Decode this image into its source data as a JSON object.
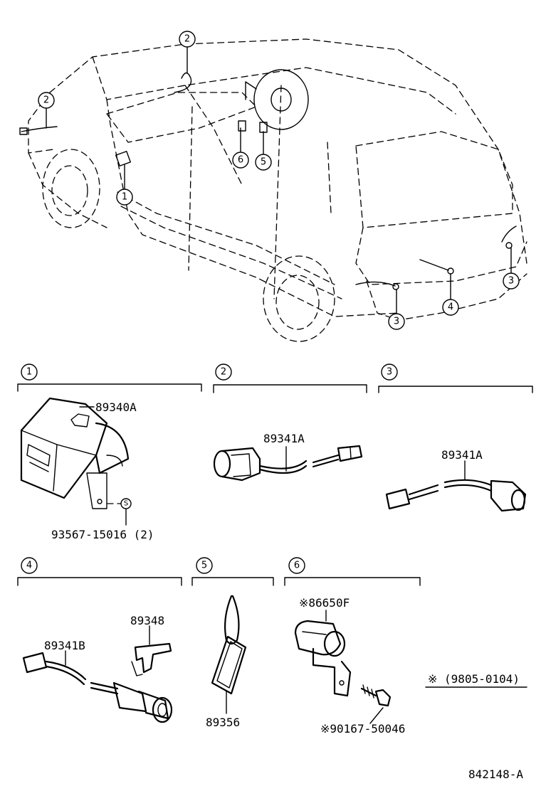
{
  "callouts": [
    "1",
    "2",
    "3",
    "4",
    "5",
    "6"
  ],
  "parts": {
    "p89340A": "89340A",
    "p93567": "93567-15016 (2)",
    "p89341A_2": "89341A",
    "p89341A_3": "89341A",
    "p89341B": "89341B",
    "p89348": "89348",
    "p89356": "89356",
    "p86650F": "※86650F",
    "p90167": "※90167-50046"
  },
  "footnote": "※ (9805-0104)",
  "drawing_number": "842148-A",
  "screw_mark": "S"
}
